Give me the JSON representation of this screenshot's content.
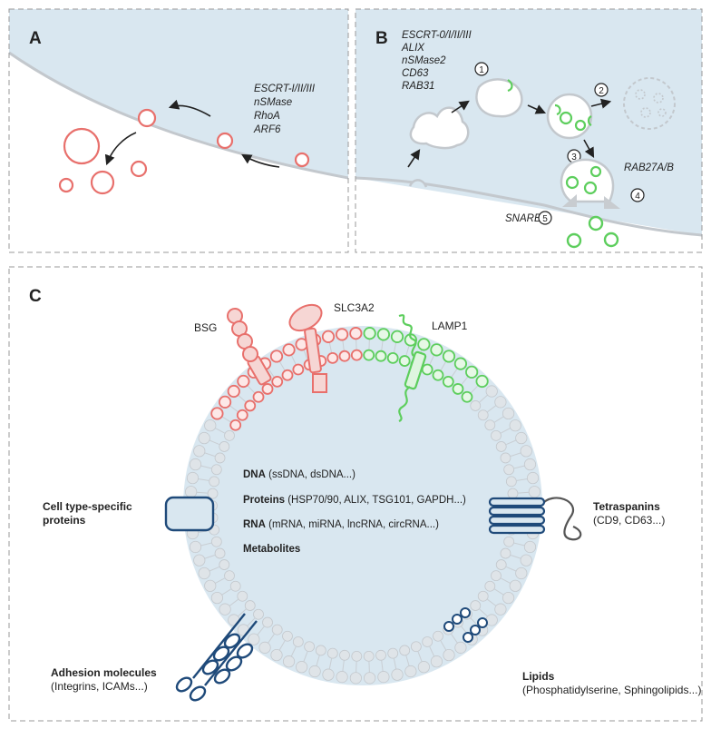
{
  "panels": {
    "a": "A",
    "b": "B",
    "c": "C"
  },
  "panel_a": {
    "factors": [
      "ESCRT-I/II/III",
      "nSMase",
      "RhoA",
      "ARF6"
    ]
  },
  "panel_b": {
    "factors": [
      "ESCRT-0/I/II/III",
      "ALIX",
      "nSMase2",
      "CD63",
      "RAB31"
    ],
    "steps": [
      "1",
      "2",
      "3",
      "4",
      "5"
    ],
    "rab_label": "RAB27A/B",
    "snare_label": "SNARE"
  },
  "panel_c": {
    "bsg": "BSG",
    "slc3a2": "SLC3A2",
    "lamp1": "LAMP1",
    "cargo": [
      {
        "bold": "DNA",
        "rest": " (ssDNA, dsDNA...)"
      },
      {
        "bold": "Proteins",
        "rest": " (HSP70/90, ALIX, TSG101, GAPDH...)"
      },
      {
        "bold": "RNA",
        "rest": " (mRNA, miRNA, lncRNA, circRNA...)"
      },
      {
        "bold": "Metabolites",
        "rest": ""
      }
    ],
    "cell_type": [
      "Cell type-specific",
      "proteins"
    ],
    "tetraspanins": {
      "title": "Tetraspanins",
      "sub": "(CD9, CD63...)"
    },
    "adhesion": {
      "title": "Adhesion molecules",
      "sub": "(Integrins, ICAMs...)"
    },
    "lipids": {
      "title": "Lipids",
      "sub": "(Phosphatidylserine, Sphingolipids...)"
    }
  },
  "colors": {
    "cytoplasm": "#d9e7f0",
    "red": "#e8706c",
    "green": "#5dce5d",
    "navy": "#1f4a7a",
    "membrane": "#c3c8cd"
  }
}
